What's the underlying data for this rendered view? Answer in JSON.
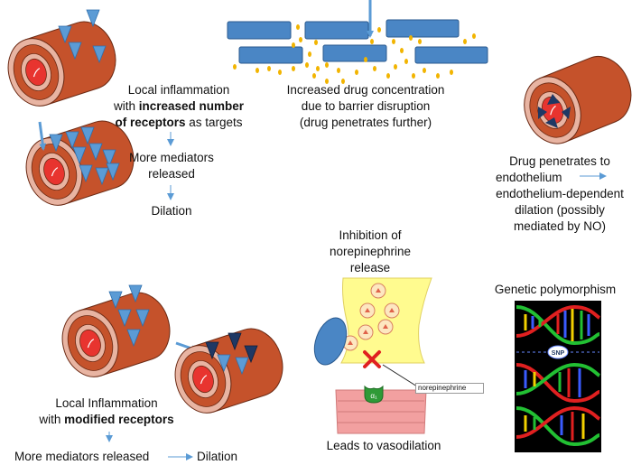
{
  "top_left": {
    "line1": "Local inflammation",
    "line2_prefix": "with ",
    "line2_bold": "increased number",
    "line3_bold": "of receptors",
    "line3_suffix": " as targets",
    "mediators": "More mediators",
    "released": "released",
    "dilation": "Dilation"
  },
  "top_center": {
    "line1": "Increased drug concentration",
    "line2": "due to barrier disruption",
    "line3": "(drug penetrates further)"
  },
  "right_top": {
    "line1": "Drug penetrates to",
    "line2": "endothelium",
    "line3": "endothelium-dependent",
    "line4": "dilation (possibly",
    "line5": "mediated by NO)"
  },
  "synapse": {
    "line1": "Inhibition of",
    "line2": "norepinephrine",
    "line3": "release",
    "ne_label": "norepinephrine",
    "receptor_label": "α₁",
    "bottom": "Leads to vasodilation"
  },
  "genetic": {
    "title": "Genetic polymorphism",
    "snp_label": "SNP"
  },
  "bottom_left": {
    "line1": "Local Inflammation",
    "line2_prefix": "with ",
    "line2_bold": "modified receptors",
    "mediators": "More mediators released",
    "dilation": "Dilation"
  },
  "colors": {
    "vessel": "#c5522b",
    "vessel_ring": "#e8b4a2",
    "lumen": "#e8342f",
    "receptor_light": "#5b9bd5",
    "receptor_dark": "#1f3864",
    "cell": "#4a86c5",
    "drug": "#f2b400",
    "arrow": "#5b9bd5",
    "terminal": "#fffb8f",
    "muscle": "#f2a0a0"
  }
}
